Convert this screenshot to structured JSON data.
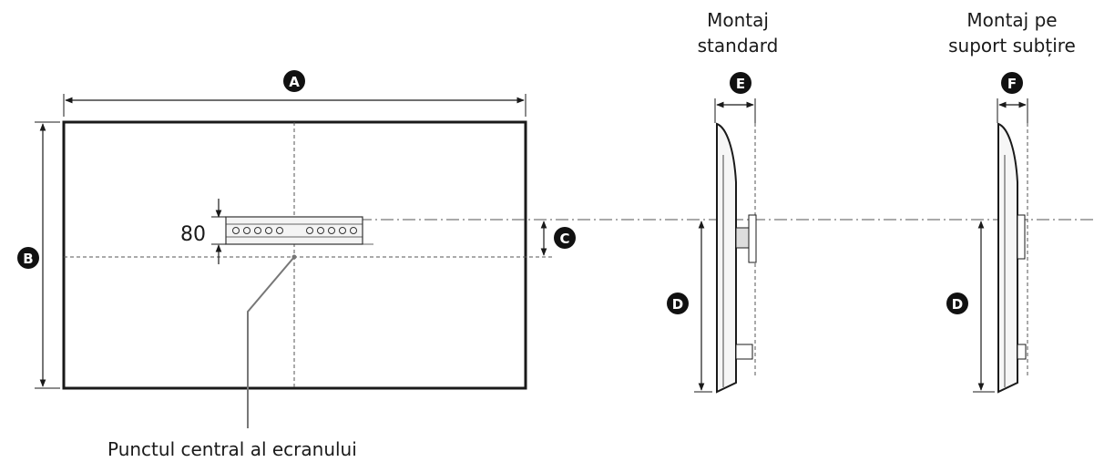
{
  "labels": {
    "A": "A",
    "B": "B",
    "C": "C",
    "D_standard": "D",
    "D_slim": "D",
    "E": "E",
    "F": "F"
  },
  "dimension_80": "80",
  "center_caption": "Punctul central al ecranului",
  "standard_mount": {
    "line1": "Montaj",
    "line2": "standard"
  },
  "slim_mount": {
    "line1": "Montaj pe",
    "line2": "suport subțire"
  },
  "colors": {
    "line": "#1a1a1a",
    "badge": "#111111",
    "leader": "#777777"
  }
}
